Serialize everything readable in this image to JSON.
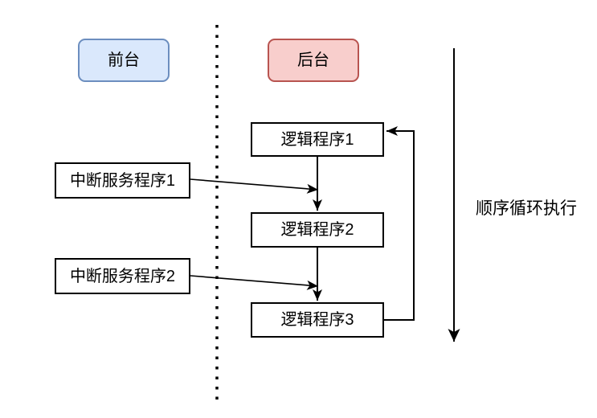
{
  "diagram": {
    "sections": {
      "foreground": "前台",
      "background": "后台"
    },
    "logic_programs": [
      "逻辑程序1",
      "逻辑程序2",
      "逻辑程序3"
    ],
    "interrupt_services": [
      "中断服务程序1",
      "中断服务程序2"
    ],
    "loop_label": "顺序循环执行",
    "colors": {
      "foreground_fill": "#dae8fc",
      "foreground_border": "#6c8ebf",
      "background_fill": "#f8cecc",
      "background_border": "#b85450",
      "box_fill": "#ffffff",
      "box_border": "#000000",
      "line": "#000000"
    }
  }
}
